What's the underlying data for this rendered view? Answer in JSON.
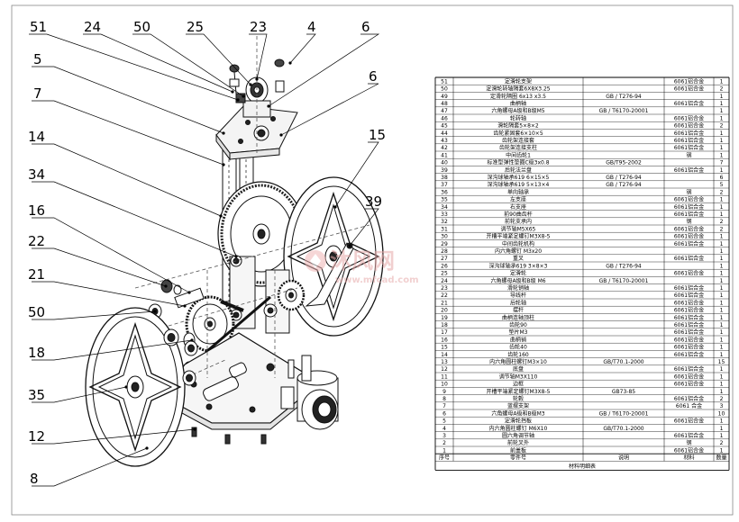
{
  "callouts": {
    "n51": "51",
    "n24": "24",
    "n50a": "50",
    "n25": "25",
    "n23": "23",
    "n4": "4",
    "n6a": "6",
    "n5": "5",
    "n6b": "6",
    "n7": "7",
    "n14": "14",
    "n15": "15",
    "n34": "34",
    "n39": "39",
    "n16": "16",
    "n22": "22",
    "n21": "21",
    "n50b": "50",
    "n18": "18",
    "n35": "35",
    "n12": "12",
    "n8": "8"
  },
  "watermark": {
    "logo_text": "沐风网",
    "url": "www.mfcad.com"
  },
  "bom": {
    "header": {
      "seq": "序号",
      "part": "零件号",
      "spec": "说明",
      "material": "材料",
      "qty": "数量"
    },
    "caption": "材料明细表",
    "rows": [
      {
        "seq": "51",
        "part": "定滑轮支架",
        "spec": "",
        "mat": "6061铝合金",
        "qty": "1"
      },
      {
        "seq": "50",
        "part": "定滑轮转轴隔套6X8X3.25",
        "spec": "",
        "mat": "6061铝合金",
        "qty": "2"
      },
      {
        "seq": "49",
        "part": "定滑轮隔圈 6x13 x3.5",
        "spec": "GB / T276-94",
        "mat": "",
        "qty": "1"
      },
      {
        "seq": "48",
        "part": "曲柄轴",
        "spec": "",
        "mat": "6061铝合金",
        "qty": "1"
      },
      {
        "seq": "47",
        "part": "六角螺母A级和B级M5",
        "spec": "GB / T6170-20001",
        "mat": "",
        "qty": "1"
      },
      {
        "seq": "46",
        "part": "轮转轴",
        "spec": "",
        "mat": "6061铝合金",
        "qty": "1"
      },
      {
        "seq": "45",
        "part": "滑轮隔套5×8×2",
        "spec": "",
        "mat": "6061铝合金",
        "qty": "2"
      },
      {
        "seq": "44",
        "part": "齿轮紧固套6×10×5",
        "spec": "",
        "mat": "6061铝合金",
        "qty": "1"
      },
      {
        "seq": "43",
        "part": "齿轮架连接套",
        "spec": "",
        "mat": "6061铝合金",
        "qty": "1"
      },
      {
        "seq": "42",
        "part": "齿轮架连接支柱",
        "spec": "",
        "mat": "6061铝合金",
        "qty": "1"
      },
      {
        "seq": "41",
        "part": "中间齿轮1",
        "spec": "",
        "mat": "钢",
        "qty": "1"
      },
      {
        "seq": "40",
        "part": "标准型弹性垫圈C级3x0.8",
        "spec": "GB/T95-2002",
        "mat": "",
        "qty": "7"
      },
      {
        "seq": "39",
        "part": "后轮法兰盘",
        "spec": "",
        "mat": "6061铝合金",
        "qty": "1"
      },
      {
        "seq": "38",
        "part": "深沟球轴承619  6×15×5",
        "spec": "GB / T276-94",
        "mat": "",
        "qty": "6"
      },
      {
        "seq": "37",
        "part": "深沟球轴承619  5×13×4",
        "spec": "GB / T276-94",
        "mat": "",
        "qty": "5"
      },
      {
        "seq": "36",
        "part": "单向轴承",
        "spec": "",
        "mat": "钢",
        "qty": "2"
      },
      {
        "seq": "35",
        "part": "左支座",
        "spec": "",
        "mat": "6061铝合金",
        "qty": "1"
      },
      {
        "seq": "34",
        "part": "右支座",
        "spec": "",
        "mat": "6061铝合金",
        "qty": "1"
      },
      {
        "seq": "33",
        "part": "前90曲齿杆",
        "spec": "",
        "mat": "6061铝合金",
        "qty": "1"
      },
      {
        "seq": "32",
        "part": "前轮支承内",
        "spec": "",
        "mat": "钢",
        "qty": "2"
      },
      {
        "seq": "31",
        "part": "调节轴M5X65",
        "spec": "",
        "mat": "6061铝合金",
        "qty": "2"
      },
      {
        "seq": "30",
        "part": "开槽平端紧定螺钉M3X8-5",
        "spec": "",
        "mat": "6061铝合金",
        "qty": "1"
      },
      {
        "seq": "29",
        "part": "中间齿轮机构",
        "spec": "",
        "mat": "6061铝合金",
        "qty": "1"
      },
      {
        "seq": "28",
        "part": "内六角螺钉     M3x20",
        "spec": "",
        "mat": "",
        "qty": "1"
      },
      {
        "seq": "27",
        "part": "重叉",
        "spec": "",
        "mat": "6061铝合金",
        "qty": "1"
      },
      {
        "seq": "26",
        "part": "深沟球轴承619  3×8×3",
        "spec": "GB / T276-94",
        "mat": "",
        "qty": "1"
      },
      {
        "seq": "25",
        "part": "定滑轮",
        "spec": "",
        "mat": "6061铝合金",
        "qty": "1"
      },
      {
        "seq": "24",
        "part": "六角螺母A级和B级 M6",
        "spec": "GB / T6170-20001",
        "mat": "",
        "qty": "1"
      },
      {
        "seq": "23",
        "part": "滑轮销轴",
        "spec": "",
        "mat": "6061铝合金",
        "qty": "1"
      },
      {
        "seq": "22",
        "part": "导线杆",
        "spec": "",
        "mat": "6061铝合金",
        "qty": "1"
      },
      {
        "seq": "21",
        "part": "后轮轴",
        "spec": "",
        "mat": "6061铝合金",
        "qty": "1"
      },
      {
        "seq": "20",
        "part": "摆杆",
        "spec": "",
        "mat": "6061铝合金",
        "qty": "1"
      },
      {
        "seq": "19",
        "part": "曲柄连轴顶柱",
        "spec": "",
        "mat": "6061铝合金",
        "qty": "1"
      },
      {
        "seq": "18",
        "part": "齿轮90",
        "spec": "",
        "mat": "6061铝合金",
        "qty": "1"
      },
      {
        "seq": "17",
        "part": "垫片M3",
        "spec": "",
        "mat": "6061铝合金",
        "qty": "1"
      },
      {
        "seq": "16",
        "part": "曲柄销",
        "spec": "",
        "mat": "6061铝合金",
        "qty": "1"
      },
      {
        "seq": "15",
        "part": "齿轮40",
        "spec": "",
        "mat": "6061铝合金",
        "qty": "1"
      },
      {
        "seq": "14",
        "part": "齿轮160",
        "spec": "",
        "mat": "6061铝合金",
        "qty": "1"
      },
      {
        "seq": "13",
        "part": "内六角圆柱螺钉M3×10",
        "spec": "GB/T70.1-2000",
        "mat": "",
        "qty": "15"
      },
      {
        "seq": "12",
        "part": "底盘",
        "spec": "",
        "mat": "6061铝合金",
        "qty": "1"
      },
      {
        "seq": "11",
        "part": "调节轴M3X110",
        "spec": "",
        "mat": "6061铝合金",
        "qty": "1"
      },
      {
        "seq": "10",
        "part": "边框",
        "spec": "",
        "mat": "6061铝合金",
        "qty": "1"
      },
      {
        "seq": "9",
        "part": "开槽平端紧定螺钉M3X8-5",
        "spec": "GB73-85",
        "mat": "",
        "qty": "1"
      },
      {
        "seq": "8",
        "part": "轮毂",
        "spec": "",
        "mat": "6061铝合金",
        "qty": "2"
      },
      {
        "seq": "7",
        "part": "蓝摆支架",
        "spec": "",
        "mat": "6061 合金",
        "qty": "3"
      },
      {
        "seq": "6",
        "part": "六角螺母A级和B级M3",
        "spec": "GB / T6170-20001",
        "mat": "",
        "qty": "10"
      },
      {
        "seq": "5",
        "part": "定滑轮挡板",
        "spec": "",
        "mat": "6061铝合金",
        "qty": "1"
      },
      {
        "seq": "4",
        "part": "内六角圆柱螺钉 M6X10",
        "spec": "GB/T70.1-2000",
        "mat": "",
        "qty": "1"
      },
      {
        "seq": "3",
        "part": "圆六角调节轴",
        "spec": "",
        "mat": "6061铝合金",
        "qty": "1"
      },
      {
        "seq": "2",
        "part": "前轮叉外",
        "spec": "",
        "mat": "钢",
        "qty": "2"
      },
      {
        "seq": "1",
        "part": "前盖板",
        "spec": "",
        "mat": "6061铝合金",
        "qty": "1"
      }
    ]
  }
}
